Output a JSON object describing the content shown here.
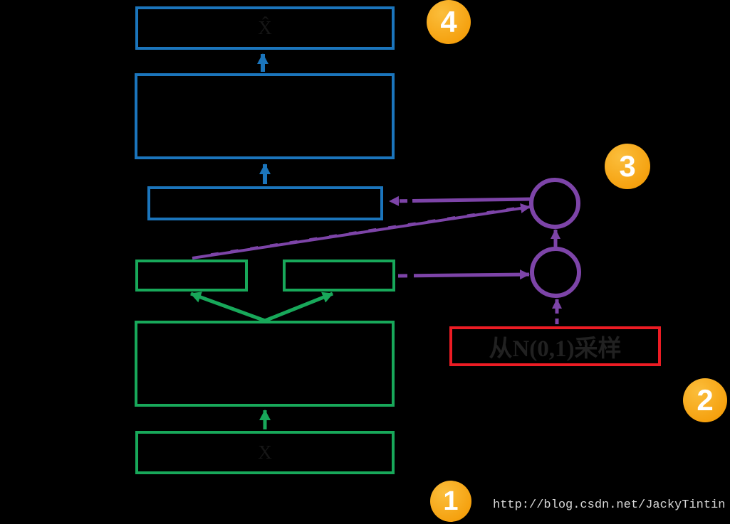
{
  "colors": {
    "background": "#000000",
    "blue_box_border": "#1B75BC",
    "green_box_border": "#18A85A",
    "purple_line": "#7D44A8",
    "red_box_border": "#EC1C24",
    "badge_fill": "#F8A81C",
    "badge_text": "#FFFFFF",
    "faint_box_text": "#161616",
    "sample_box_text": "#212121",
    "watermark_text": "#D8D8D8"
  },
  "flow": {
    "output_box_label": "X̂",
    "input_box_label": "X",
    "sample_box_label": "从N(0,1)采样"
  },
  "badges": {
    "step1": "1",
    "step2": "2",
    "step3": "3",
    "step4": "4"
  },
  "watermark": {
    "url_text": "http://blog.csdn.net/JackyTintin"
  }
}
